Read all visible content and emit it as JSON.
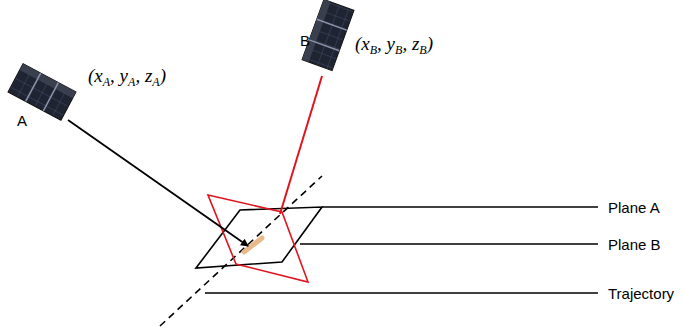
{
  "diagram": {
    "labels": [
      "(xA, yA, zA)",
      "A",
      "(xB, yB, zB)",
      "B",
      "Plane A",
      "Plane B",
      "Trajectory"
    ]
  }
}
